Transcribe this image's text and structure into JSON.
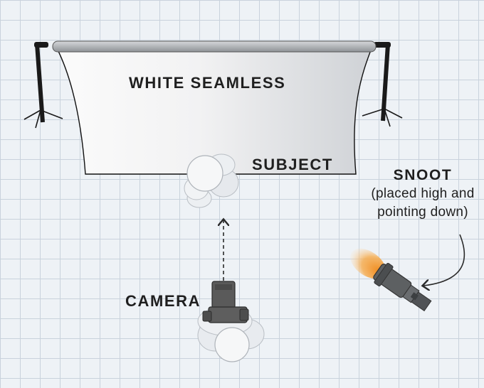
{
  "labels": {
    "backdrop": "WHITE SEAMLESS",
    "subject": "SUBJECT",
    "camera": "CAMERA",
    "snoot": "SNOOT",
    "snoot_note": "(placed high and pointing down)"
  },
  "colors": {
    "grid_background": "#eef2f6",
    "grid_lines": "#c9d2dc",
    "backdrop_light": "#fbfbfb",
    "backdrop_shadow": "#cfd2d6",
    "stand_black": "#1a1a1a",
    "camera_body": "#5a5a5a",
    "snoot_body": "#5d6062",
    "snoot_light": "#f08a1c",
    "text": "#1f1f1f"
  }
}
